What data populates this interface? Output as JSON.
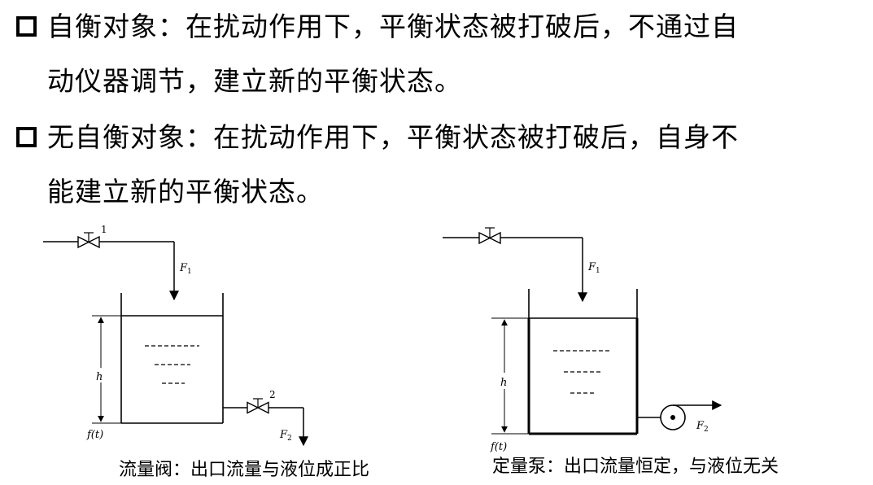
{
  "bullets": [
    {
      "lines": [
        "自衡对象：在扰动作用下，平衡状态被打破后，不通过自",
        "动仪器调节，建立新的平衡状态。"
      ]
    },
    {
      "lines": [
        "无自衡对象：在扰动作用下，平衡状态被打破后，自身不",
        "能建立新的平衡状态。"
      ]
    }
  ],
  "diagram_left": {
    "valve1_label": "1",
    "valve2_label": "2",
    "inflow_label": "F",
    "inflow_sub": "1",
    "outflow_label": "F",
    "outflow_sub": "2",
    "level_label": "h",
    "time_label": "f(t)",
    "caption": "流量阀：出口流量与液位成正比"
  },
  "diagram_right": {
    "inflow_label": "F",
    "inflow_sub": "1",
    "outflow_label": "F",
    "outflow_sub": "2",
    "level_label": "h",
    "time_label": "f(t)",
    "caption": "定量泵：出口流量恒定，与液位无关"
  }
}
